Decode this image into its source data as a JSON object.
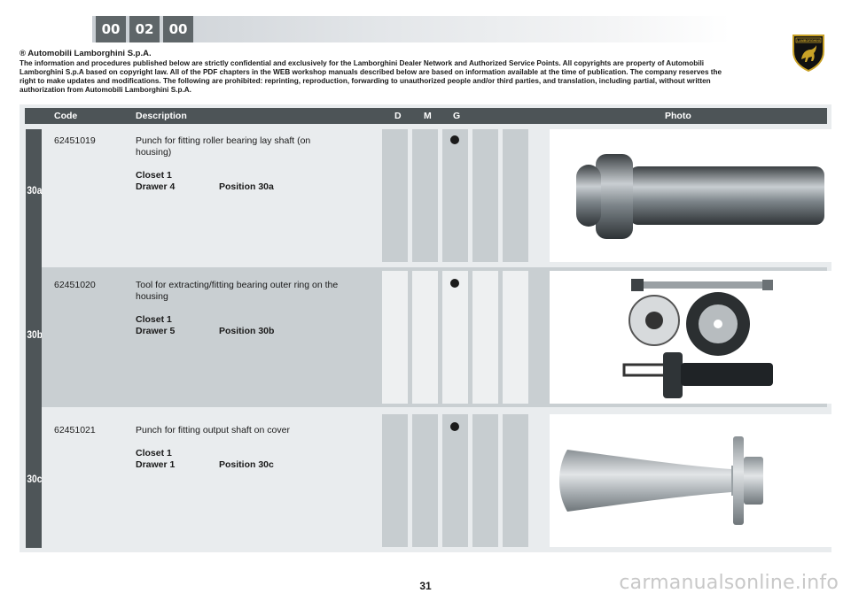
{
  "header": {
    "codes": [
      "00",
      "02",
      "00"
    ]
  },
  "copyright": {
    "title": "® Automobili Lamborghini S.p.A.",
    "body": "The information and procedures published below are strictly confidential and exclusively for the Lamborghini Dealer Network and Authorized Service Points. All copyrights are property of Automobili Lamborghini S.p.A based on copyright law. All of the PDF chapters in the WEB workshop manuals described below are based on information available at the time of publication. The company reserves the right to make updates and modifications. The following are prohibited: reprinting, reproduction, forwarding to unauthorized people and/or third parties, and translation, including partial, without written authorization from Automobili Lamborghini S.p.A."
  },
  "logo": {
    "icon": "lamborghini-shield-icon",
    "text": "LAMBORGHINI"
  },
  "table": {
    "headers": {
      "code": "Code",
      "description": "Description",
      "d": "D",
      "m": "M",
      "g": "G",
      "photo": "Photo"
    },
    "rows": [
      {
        "label": "30a",
        "code": "62451019",
        "description": "Punch for fitting roller bearing lay shaft (on housing)",
        "closet": "Closet 1",
        "drawer": "Drawer 4",
        "position": "Position 30a",
        "marked_column": "G"
      },
      {
        "label": "30b",
        "code": "62451020",
        "description": "Tool for extracting/fitting bearing outer ring on the housing",
        "closet": "Closet 1",
        "drawer": "Drawer 5",
        "position": "Position 30b",
        "marked_column": "G"
      },
      {
        "label": "30c",
        "code": "62451021",
        "description": "Punch for fitting output shaft on cover",
        "closet": "Closet 1",
        "drawer": "Drawer 1",
        "position": "Position 30c",
        "marked_column": "G"
      }
    ]
  },
  "footer": {
    "page_number": "31",
    "watermark": "carmanualsonline.info"
  },
  "colors": {
    "header_bar": "#4d5457",
    "sidebar": "#4e5558",
    "row_light": "#e9ecee",
    "row_dark": "#c9cfd2",
    "code_box": "#5f6669"
  }
}
